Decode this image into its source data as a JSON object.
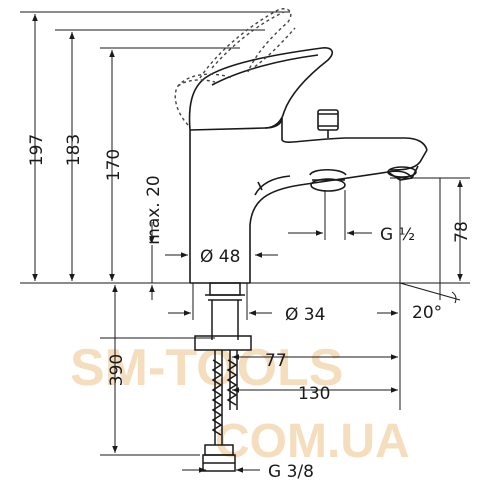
{
  "labels": {
    "h197": "197",
    "h183": "183",
    "h170": "170",
    "max20": "max. 20",
    "d48": "Ø 48",
    "g12": "G ½",
    "h78": "78",
    "d34": "Ø 34",
    "angle20": "20°",
    "d77": "77",
    "d130": "130",
    "h390": "390",
    "g38": "G 3/8"
  },
  "watermark": {
    "line1": "SM-TOOLS",
    "line2": "COM.UA",
    "color": "#f3d9b3"
  },
  "colors": {
    "line": "#1a1a1a",
    "dashed": "#444444"
  }
}
